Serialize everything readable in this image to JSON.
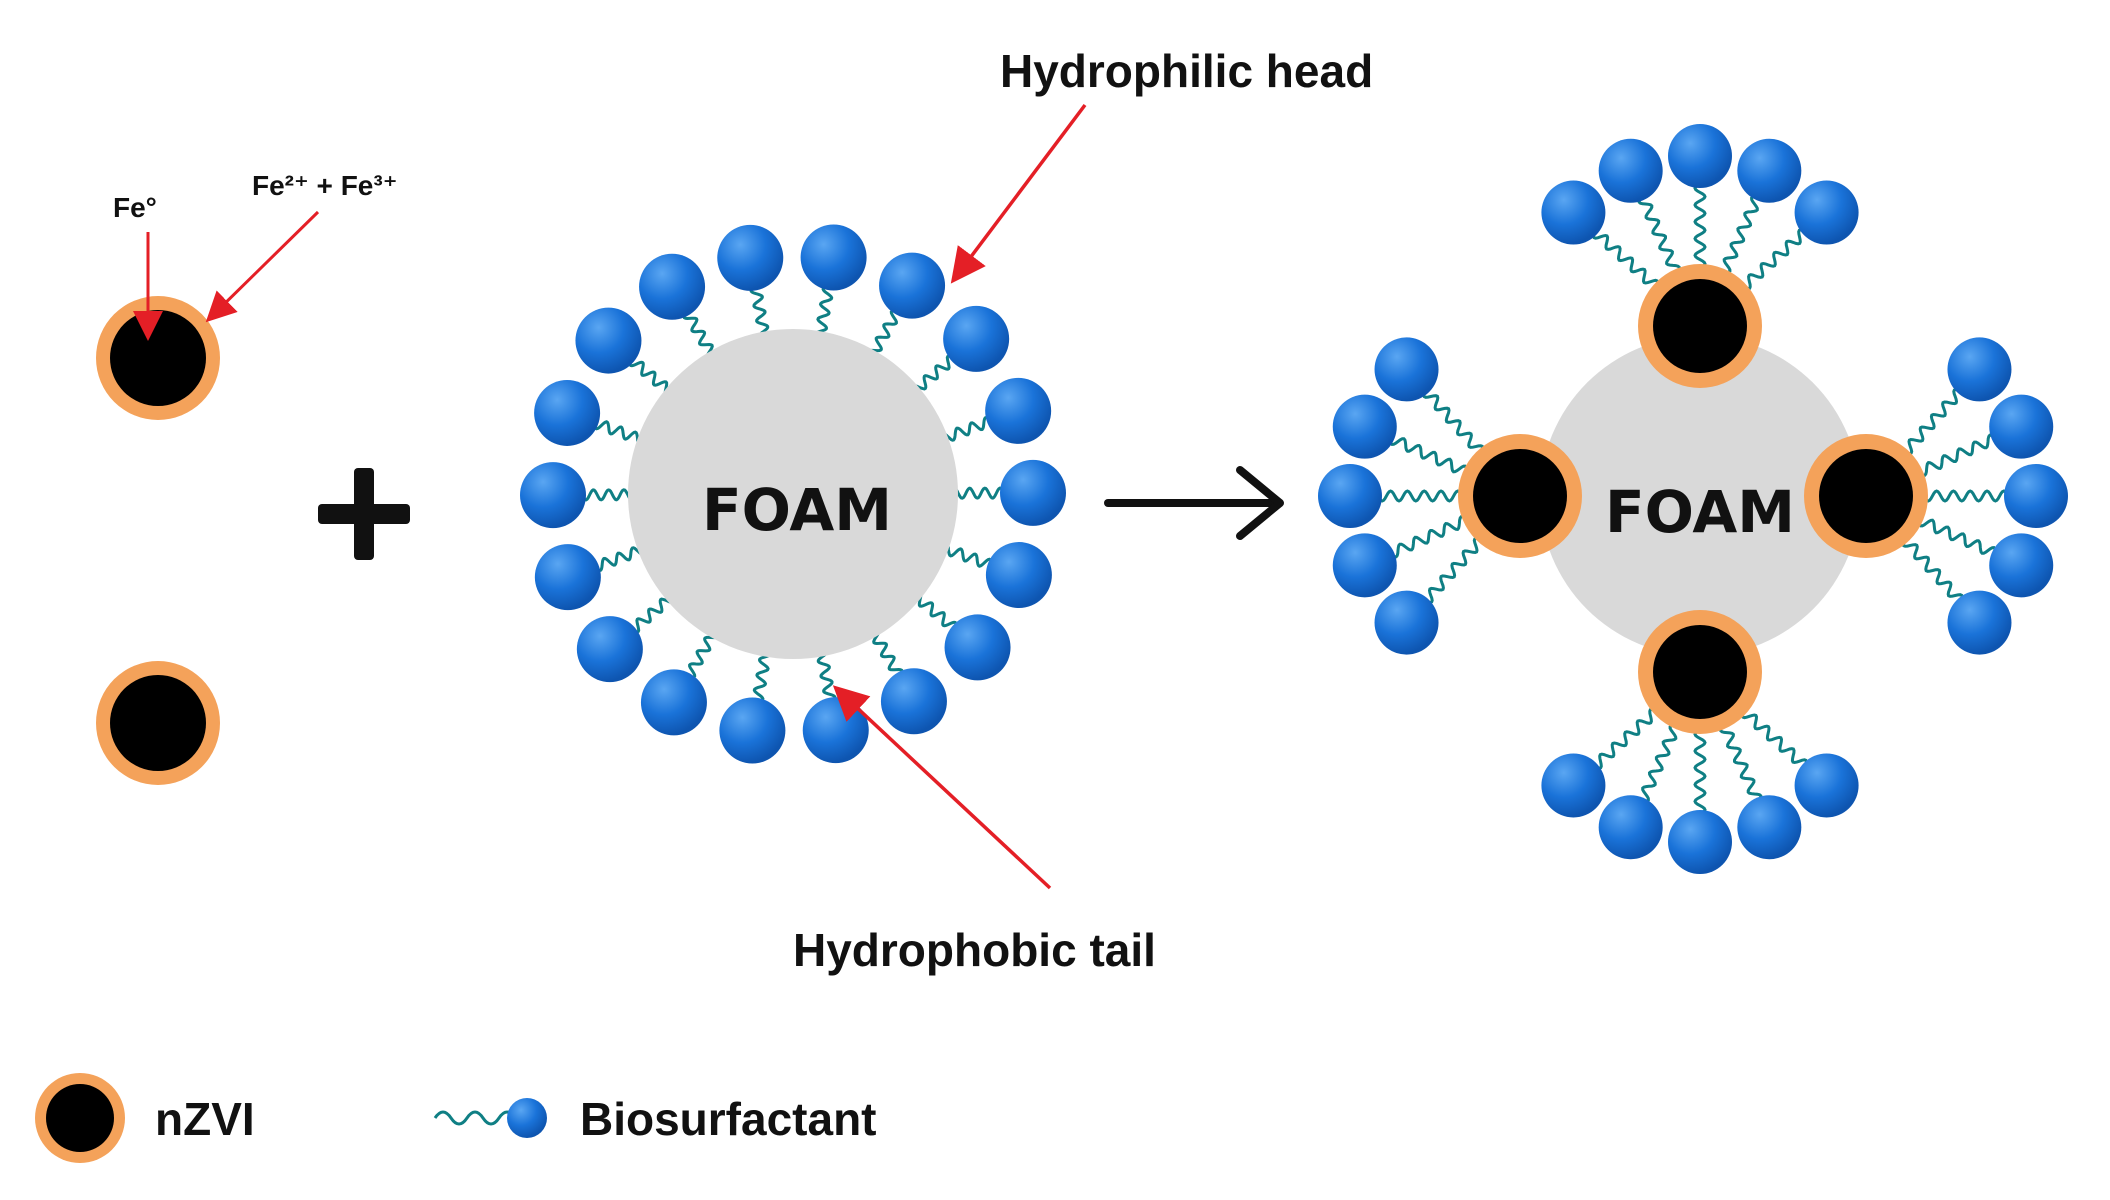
{
  "labels": {
    "fe0": "Fe°",
    "fe_ions": "Fe²⁺ + Fe³⁺",
    "hydrophilic_head": "Hydrophilic head",
    "hydrophobic_tail": "Hydrophobic tail",
    "foam_left": "FOAM",
    "foam_right": "FOAM",
    "plus": "+"
  },
  "legend": {
    "nzvi": "nZVI",
    "biosurfactant": "Biosurfactant"
  },
  "colors": {
    "background": "#ffffff",
    "core": "#000000",
    "shell": "#f4a25a",
    "head": "#1a73d9",
    "head_light": "#5aa6f2",
    "tail": "#0f7f84",
    "foam": "#d9d9d9",
    "arrow_red": "#e41f26",
    "text": "#111111"
  },
  "icons": {
    "reaction_arrow": "right-arrow-icon",
    "plus": "plus-icon"
  }
}
